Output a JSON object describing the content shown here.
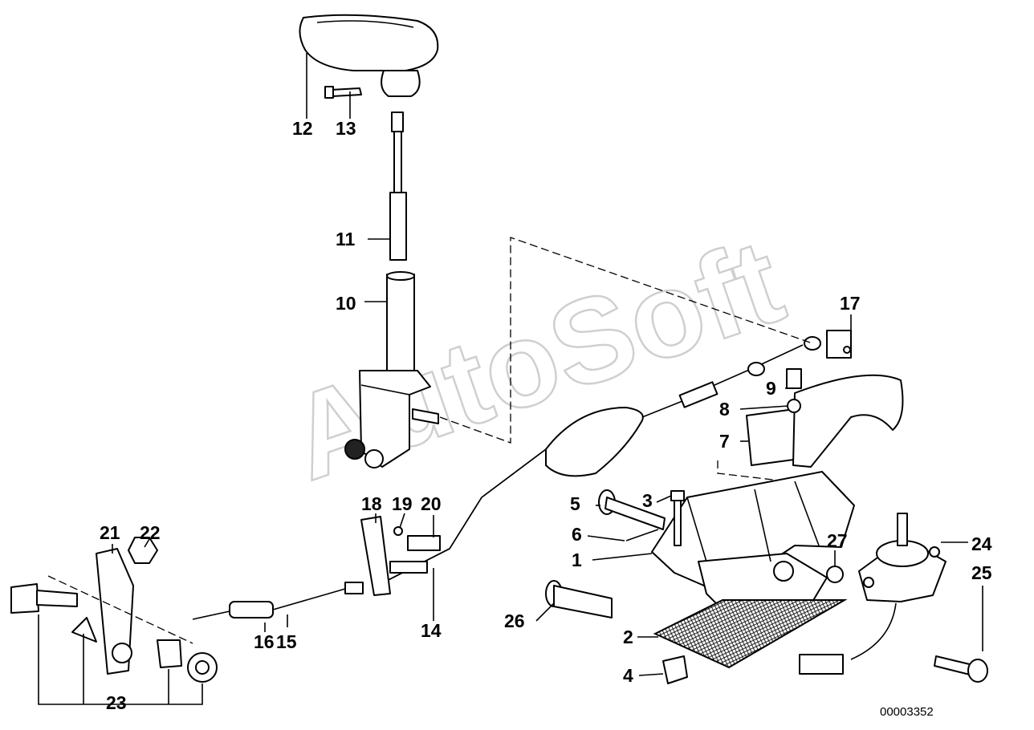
{
  "diagram": {
    "watermark": "AutoSoft",
    "reference_number": "00003352",
    "callouts": [
      "1",
      "2",
      "3",
      "4",
      "5",
      "6",
      "7",
      "8",
      "9",
      "10",
      "11",
      "12",
      "13",
      "14",
      "15",
      "16",
      "17",
      "18",
      "19",
      "20",
      "21",
      "22",
      "23",
      "24",
      "25",
      "26",
      "27"
    ]
  }
}
